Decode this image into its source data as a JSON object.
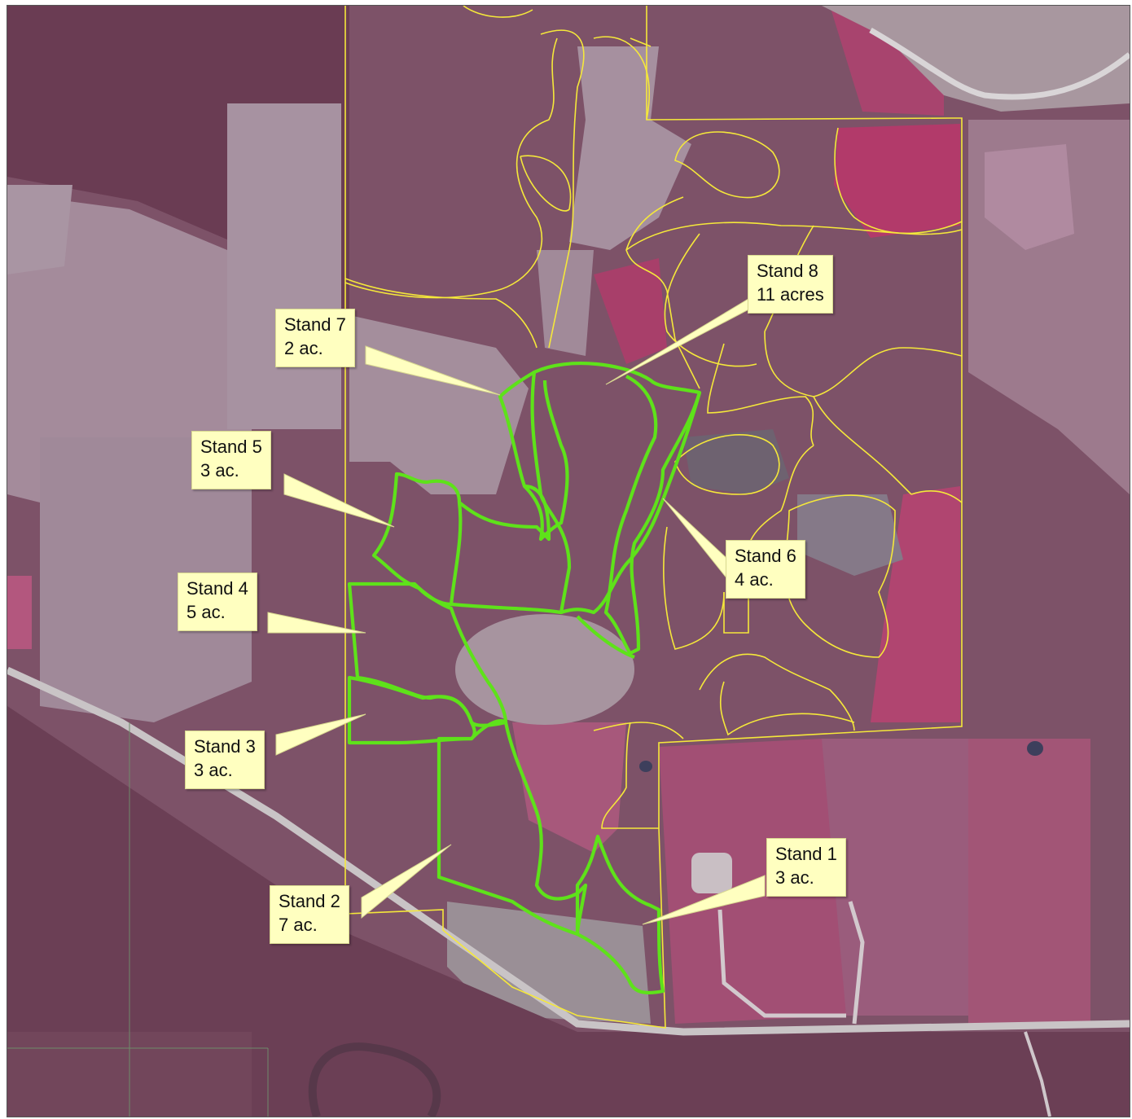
{
  "map": {
    "colors": {
      "stand_boundary": "#5ee21a",
      "parcel_boundary": "#f5e83a",
      "label_background": "#ffffc0",
      "forest": "#6f3f56",
      "field": "#a68f9e",
      "pasture": "#b04570",
      "road": "#cfcfcf"
    },
    "stands": [
      {
        "id": "stand-1",
        "name": "Stand 1",
        "area": "3 ac."
      },
      {
        "id": "stand-2",
        "name": "Stand 2",
        "area": "7 ac."
      },
      {
        "id": "stand-3",
        "name": "Stand 3",
        "area": "3 ac."
      },
      {
        "id": "stand-4",
        "name": "Stand 4",
        "area": "5 ac."
      },
      {
        "id": "stand-5",
        "name": "Stand 5",
        "area": "3 ac."
      },
      {
        "id": "stand-6",
        "name": "Stand 6",
        "area": "4 ac."
      },
      {
        "id": "stand-7",
        "name": "Stand 7",
        "area": "2 ac."
      },
      {
        "id": "stand-8",
        "name": "Stand 8",
        "area": "11 acres"
      }
    ]
  }
}
